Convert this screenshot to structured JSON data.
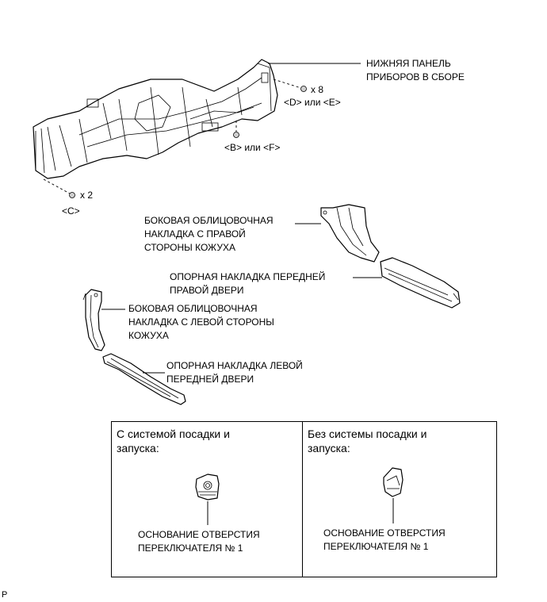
{
  "labels": {
    "lower_panel_line1": "НИЖНЯЯ ПАНЕЛЬ",
    "lower_panel_line2": "ПРИБОРОВ В СБОРЕ",
    "qty_x8": "x 8",
    "screw_d_e": "<D> или <E>",
    "screw_b_f": "<B> или <F>",
    "qty_x2": "x 2",
    "screw_c": "<C>",
    "right_side_trim_line1": "БОКОВАЯ ОБЛИЦОВОЧНАЯ",
    "right_side_trim_line2": "НАКЛАДКА С ПРАВОЙ",
    "right_side_trim_line3": "СТОРОНЫ КОЖУХА",
    "right_scuff_line1": "ОПОРНАЯ НАКЛАДКА ПЕРЕДНЕЙ",
    "right_scuff_line2": "ПРАВОЙ ДВЕРИ",
    "left_side_trim_line1": "БОКОВАЯ ОБЛИЦОВОЧНАЯ",
    "left_side_trim_line2": "НАКЛАДКА С ЛЕВОЙ СТОРОНЫ",
    "left_side_trim_line3": "КОЖУХА",
    "left_scuff_line1": "ОПОРНАЯ НАКЛАДКА ЛЕВОЙ",
    "left_scuff_line2": "ПЕРЕДНЕЙ ДВЕРИ",
    "footer_code": "P"
  },
  "variants": [
    {
      "heading_line1": "С системой посадки и",
      "heading_line2": "запуска:",
      "part_line1": "ОСНОВАНИЕ ОТВЕРСТИЯ",
      "part_line2": "ПЕРЕКЛЮЧАТЕЛЯ № 1"
    },
    {
      "heading_line1": "Без системы посадки и",
      "heading_line2": "запуска:",
      "part_line1": "ОСНОВАНИЕ ОТВЕРСТИЯ",
      "part_line2": "ПЕРЕКЛЮЧАТЕЛЯ № 1"
    }
  ]
}
